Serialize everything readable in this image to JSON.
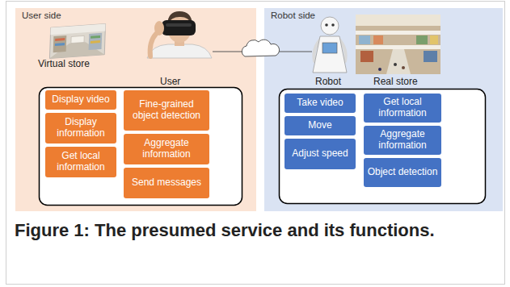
{
  "diagram": {
    "caption": "Figure 1: The presumed service and its functions.",
    "nodes": [
      {
        "text": [
          "User side"
        ]
      },
      {
        "text": [
          "Display video"
        ],
        "in": 0
      },
      {
        "text": [
          "Display information"
        ],
        "in": 0
      },
      {
        "text": [
          "Get local information"
        ],
        "in": 0
      },
      {
        "text": [
          "Fine-grained object detection"
        ],
        "in": 0
      },
      {
        "text": [
          "Aggregate information"
        ],
        "in": 0
      },
      {
        "text": [
          "Send messages"
        ],
        "in": 0
      },
      {
        "text": [
          "Robot side"
        ]
      },
      {
        "text": [
          "Take video"
        ],
        "in": 7
      },
      {
        "text": [
          "Move"
        ],
        "in": 7
      },
      {
        "text": [
          "Adjust speed"
        ],
        "in": 7
      },
      {
        "text": [
          "Get local information"
        ],
        "in": 7
      },
      {
        "text": [
          "Aggregate information"
        ],
        "in": 7
      },
      {
        "text": [
          "Object detection"
        ],
        "in": 7
      }
    ],
    "labels": [
      "Virtual store",
      "User",
      "Robot",
      "Real store"
    ]
  }
}
